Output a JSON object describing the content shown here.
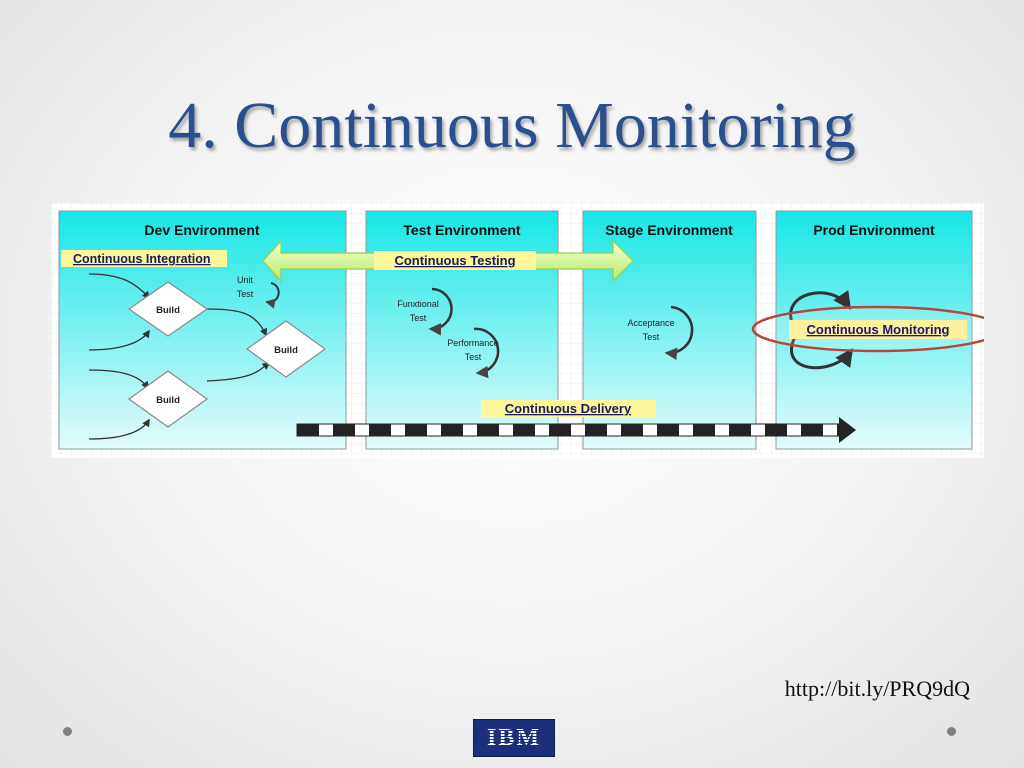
{
  "slide": {
    "title": "4. Continuous Monitoring",
    "url": "http://bit.ly/PRQ9dQ",
    "logo_text": "IBM"
  },
  "diagram": {
    "environments": [
      "Dev Environment",
      "Test Environment",
      "Stage Environment",
      "Prod Environment"
    ],
    "labels": {
      "continuous_integration": "Continuous Integration",
      "continuous_testing": "Continuous Testing",
      "continuous_delivery": "Continuous Delivery",
      "continuous_monitoring": "Continuous Monitoring"
    },
    "nodes": {
      "build": "Build",
      "unit_test_1": "Unit",
      "unit_test_2": "Test",
      "functional_1": "Funxtional",
      "functional_2": "Test",
      "performance_1": "Performance",
      "performance_2": "Test",
      "acceptance_1": "Acceptance",
      "acceptance_2": "Test"
    }
  },
  "colors": {
    "title": "#2a4f8c",
    "panel_top": "#17e6e6",
    "panel_bottom": "#e4fbfb",
    "label_highlight": "#fff79a",
    "monitor_ellipse": "#b5473a"
  }
}
